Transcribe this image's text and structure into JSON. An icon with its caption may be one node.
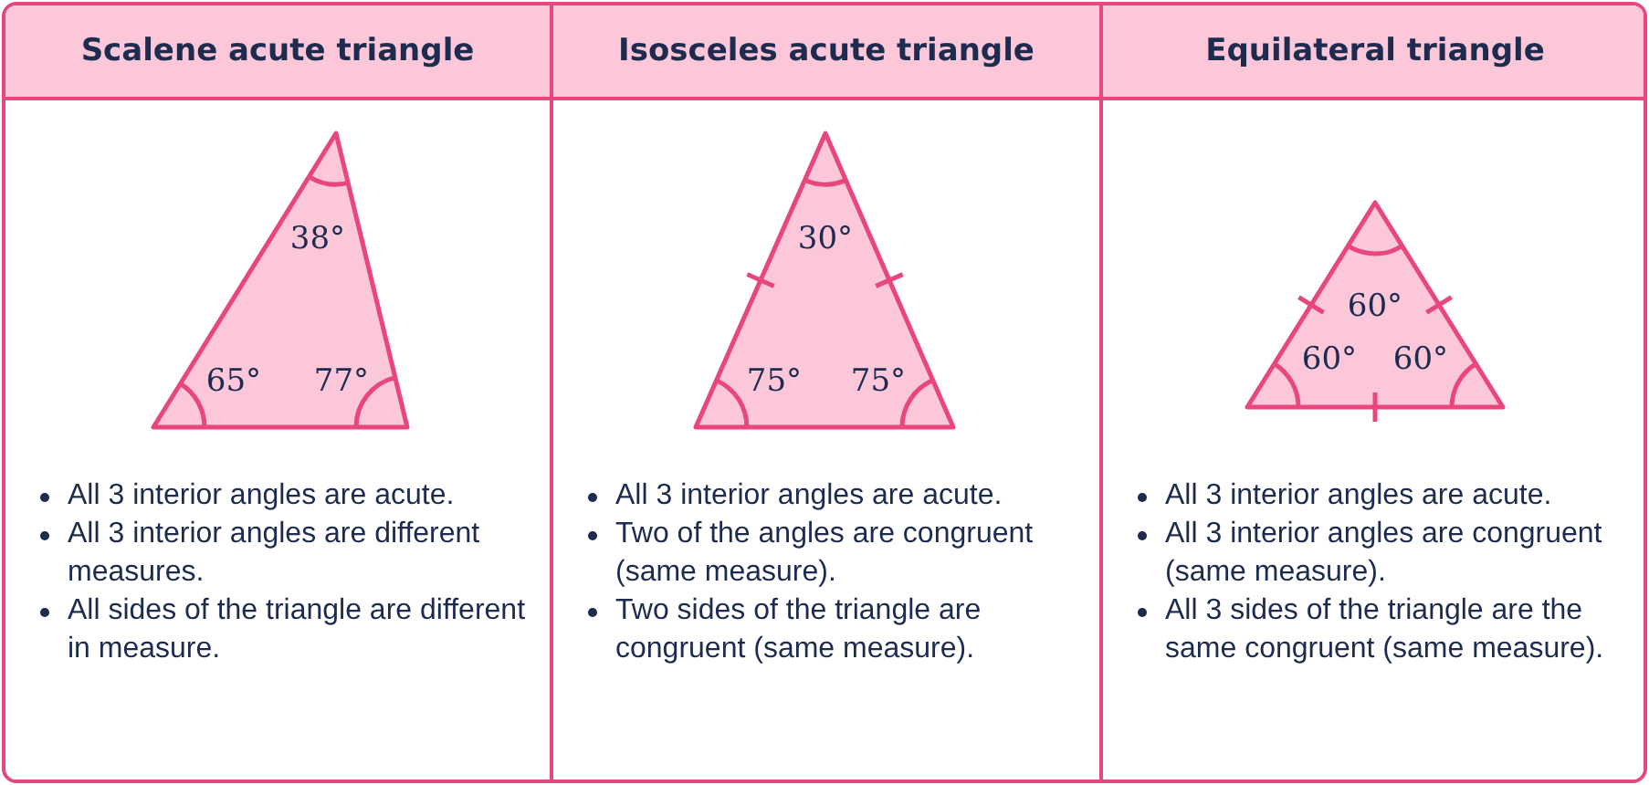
{
  "diagram": {
    "nodes": [
      {
        "text": [
          "Scalene acute triangle",
          "All 3 interior angles are acute.",
          "All 3 interior angles are different measures.",
          "All sides of the triangle are different in measure."
        ]
      },
      {
        "text": [
          "Isosceles acute triangle",
          "All 3 interior angles are acute.",
          "Two of the angles are congruent (same measure).",
          "Two sides of the triangle are congruent (same measure)."
        ]
      },
      {
        "text": [
          "Equilateral triangle",
          "All 3 interior angles are acute.",
          "All 3 interior angles are congruent (same measure).",
          "All 3 sides of the triangle are the same congruent (same measure)."
        ]
      }
    ],
    "edges": [],
    "labels": [
      "38°",
      "65°",
      "77°",
      "30°",
      "75°",
      "75°",
      "60°",
      "60°",
      "60°"
    ]
  }
}
